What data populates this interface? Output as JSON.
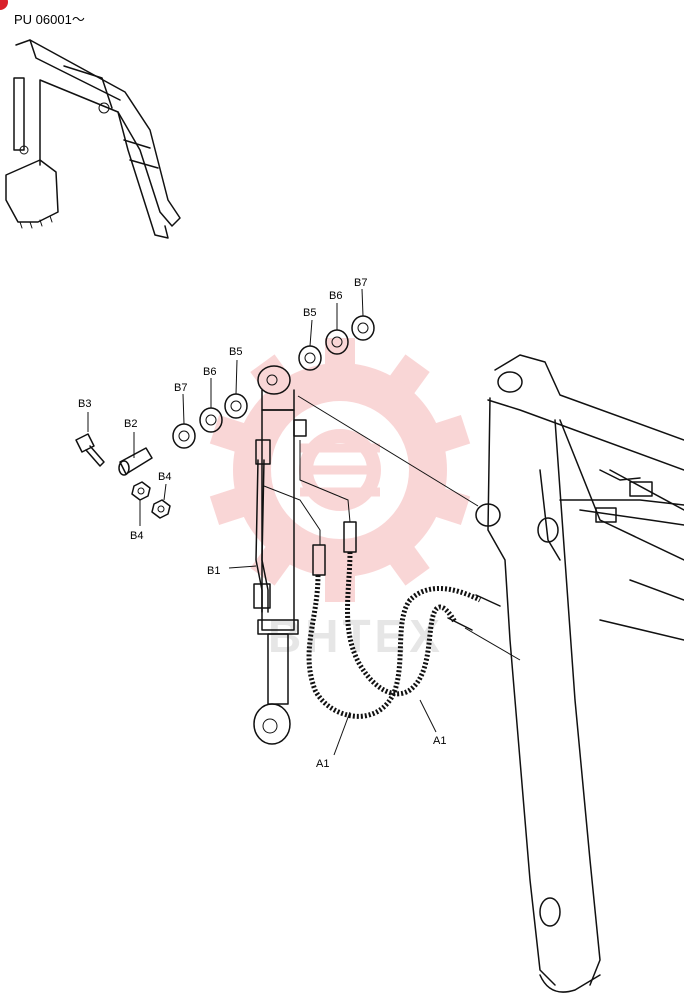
{
  "serial_range": "PU 06001～",
  "watermark": {
    "text": "BHTEX",
    "color": "#e8474b"
  },
  "accent_color": "#d9202a",
  "callouts": {
    "a1_left": "A1",
    "a1_right": "A1",
    "b1": "B1",
    "b2": "B2",
    "b3": "B3",
    "b4_top": "B4",
    "b4_bottom": "B4",
    "b5_upper": "B5",
    "b6_upper": "B6",
    "b7_upper": "B7",
    "b5_lower": "B5",
    "b6_lower": "B6",
    "b7_lower": "B7"
  }
}
